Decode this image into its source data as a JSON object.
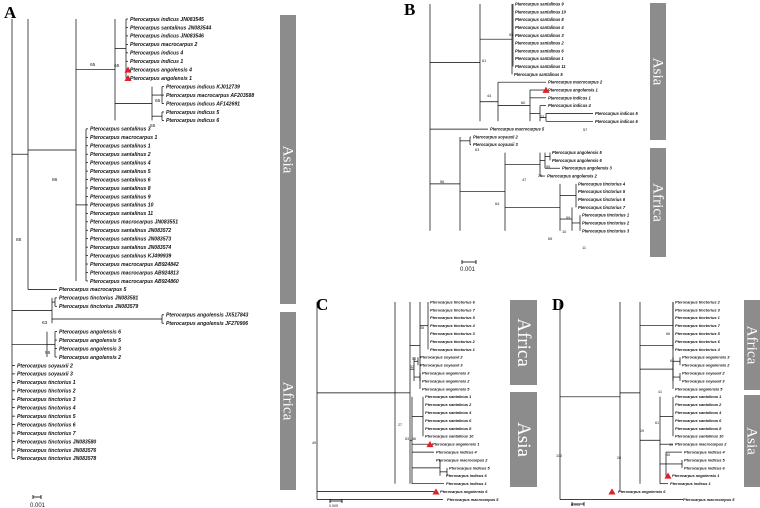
{
  "panels": [
    {
      "letter": "A",
      "scale_label": "0.001",
      "regions": [
        "Asia",
        "Africa"
      ],
      "taxa": [
        "Pterocarpus indicus JN083545",
        "Pterocarpus santalinus JN083544",
        "Pterocarpus indicus JN083546",
        "Pterocarpus macrocarpus 2",
        "Pterocarpus indicus 4",
        "Pterocarpus indicus 1",
        "Pterocarpus angolensis 4",
        "Pterocarpus angolensis 1",
        "Pterocarpus indicus KJ012739",
        "Pterocarpus macrocarpus AF203588",
        "Pterocarpus indicus AF142691",
        "Pterocarpus indicus 5",
        "Pterocarpus indicus 6",
        "Pterocarpus santalinus 3",
        "Pterocarpus macrocarpus 1",
        "Pterocarpus santalinus 1",
        "Pterocarpus santalinus 2",
        "Pterocarpus santalinus 4",
        "Pterocarpus santalinus 5",
        "Pterocarpus santalinus 6",
        "Pterocarpus santalinus 8",
        "Pterocarpus santalinus 9",
        "Pterocarpus santalinus 10",
        "Pterocarpus santalinus 11",
        "Pterocarpus macrocarpus JN083551",
        "Pterocarpus santalinus JN083572",
        "Pterocarpus santalinus JN083573",
        "Pterocarpus santalinus JN083574",
        "Pterocarpus santalinus KJ499939",
        "Pterocarpus macrocarpus AB924842",
        "Pterocarpus macrocarpus AB924813",
        "Pterocarpus macrocarpus AB924860",
        "Pterocarpus macrocarpus 5",
        "Pterocarpus tinctorius JN083581",
        "Pterocarpus tinctorius JN083579",
        "Pterocarpus angolensis JX517843",
        "Pterocarpus angolensis JF270906",
        "Pterocarpus angolensis 6",
        "Pterocarpus angolensis 5",
        "Pterocarpus angolensis 3",
        "Pterocarpus angolensis 2",
        "Pterocarpus soyauxii 2",
        "Pterocarpus soyauxii 3",
        "Pterocarpus tinctorius 1",
        "Pterocarpus tinctorius 2",
        "Pterocarpus tinctorius 3",
        "Pterocarpus tinctorius 4",
        "Pterocarpus tinctorius 5",
        "Pterocarpus tinctorius 6",
        "Pterocarpus tinctorius 7",
        "Pterocarpus tinctorius JN083580",
        "Pterocarpus tinctorius JN083576",
        "Pterocarpus tinctorius JN083578"
      ],
      "bootstrap": [
        "65",
        "65",
        "66",
        "65",
        "86",
        "63",
        "96",
        "85"
      ],
      "highlighted": [
        "Pterocarpus angolensis 4",
        "Pterocarpus angolensis 1"
      ]
    },
    {
      "letter": "B",
      "scale_label": "0.001",
      "regions": [
        "Asia",
        "Africa"
      ],
      "taxa": [
        "Pterocarpus santalinus 9",
        "Pterocarpus santalinus 10",
        "Pterocarpus santalinus 8",
        "Pterocarpus santalinus 4",
        "Pterocarpus santalinus 3",
        "Pterocarpus santalinus 2",
        "Pterocarpus santalinus 6",
        "Pterocarpus santalinus 1",
        "Pterocarpus santalinus 11",
        "Pterocarpus santalinus 5",
        "Pterocarpus macrocarpus 2",
        "Pterocarpus angolensis 1",
        "Pterocarpus indicus 1",
        "Pterocarpus indicus 4",
        "Pterocarpus indicus 5",
        "Pterocarpus indicus 6",
        "Pterocarpus macrocarpus 5",
        "Pterocarpus soyauxii 2",
        "Pterocarpus soyauxii 3",
        "Pterocarpus angolensis 5",
        "Pterocarpus angolensis 6",
        "Pterocarpus angolensis 3",
        "Pterocarpus angolensis 2",
        "Pterocarpus tinctorius 4",
        "Pterocarpus tinctorius 5",
        "Pterocarpus tinctorius 6",
        "Pterocarpus tinctorius 7",
        "Pterocarpus tinctorius 1",
        "Pterocarpus tinctorius 2",
        "Pterocarpus tinctorius 3"
      ],
      "bootstrap": [
        "55",
        "57",
        "22",
        "60",
        "44",
        "61",
        "63",
        "55",
        "29",
        "47",
        "59",
        "11",
        "10",
        "65",
        "64",
        "56"
      ],
      "highlighted": [
        "Pterocarpus angolensis 1"
      ]
    },
    {
      "letter": "C",
      "scale_label": "0.005",
      "regions": [
        "Africa",
        "Asia"
      ],
      "taxa": [
        "Pterocarpus tinctorius 6",
        "Pterocarpus tinctorius 7",
        "Pterocarpus tinctorius 5",
        "Pterocarpus tinctorius 4",
        "Pterocarpus tinctorius 3",
        "Pterocarpus tinctorius 2",
        "Pterocarpus tinctorius 1",
        "Pterocarpus soyauxii 2",
        "Pterocarpus soyauxii 3",
        "Pterocarpus angolensis 3",
        "Pterocarpus angolensis 2",
        "Pterocarpus angolensis 5",
        "Pterocarpus santalinus 1",
        "Pterocarpus santalinus 2",
        "Pterocarpus santalinus 4",
        "Pterocarpus santalinus 6",
        "Pterocarpus santalinus 8",
        "Pterocarpus santalinus 10",
        "Pterocarpus angolensis 1",
        "Pterocarpus indicus 4",
        "Pterocarpus macrocarpus 2",
        "Pterocarpus indicus 5",
        "Pterocarpus indicus 6",
        "Pterocarpus indicus 1",
        "Pterocarpus angolensis 6",
        "Pterocarpus macrocarpus 5"
      ],
      "bootstrap": [
        "55",
        "52",
        "53",
        "56",
        "63",
        "27",
        "49",
        "96",
        "62",
        "90"
      ],
      "highlighted": [
        "Pterocarpus angolensis 1",
        "Pterocarpus angolensis 6"
      ]
    },
    {
      "letter": "D",
      "scale_label": "0.005",
      "regions": [
        "Africa",
        "Asia"
      ],
      "taxa": [
        "Pterocarpus tinctorius 2",
        "Pterocarpus tinctorius 3",
        "Pterocarpus tinctorius 1",
        "Pterocarpus tinctorius 7",
        "Pterocarpus tinctorius 5",
        "Pterocarpus tinctorius 6",
        "Pterocarpus tinctorius 4",
        "Pterocarpus angolensis 3",
        "Pterocarpus angolensis 2",
        "Pterocarpus soyauxii 2",
        "Pterocarpus soyauxii 3",
        "Pterocarpus angolensis 5",
        "Pterocarpus santalinus 1",
        "Pterocarpus santalinus 2",
        "Pterocarpus santalinus 4",
        "Pterocarpus santalinus 6",
        "Pterocarpus santalinus 8",
        "Pterocarpus santalinus 10",
        "Pterocarpus macrocarpus 2",
        "Pterocarpus indicus 4",
        "Pterocarpus indicus 5",
        "Pterocarpus indicus 6",
        "Pterocarpus angolensis 1",
        "Pterocarpus indicus 1",
        "Pterocarpus angolensis 6",
        "Pterocarpus macrocarpus 5"
      ],
      "bootstrap": [
        "66",
        "64",
        "41",
        "59",
        "45",
        "61",
        "19",
        "20",
        "100",
        "6",
        "11",
        "9"
      ],
      "highlighted": [
        "Pterocarpus angolensis 1",
        "Pterocarpus angolensis 6"
      ]
    }
  ]
}
